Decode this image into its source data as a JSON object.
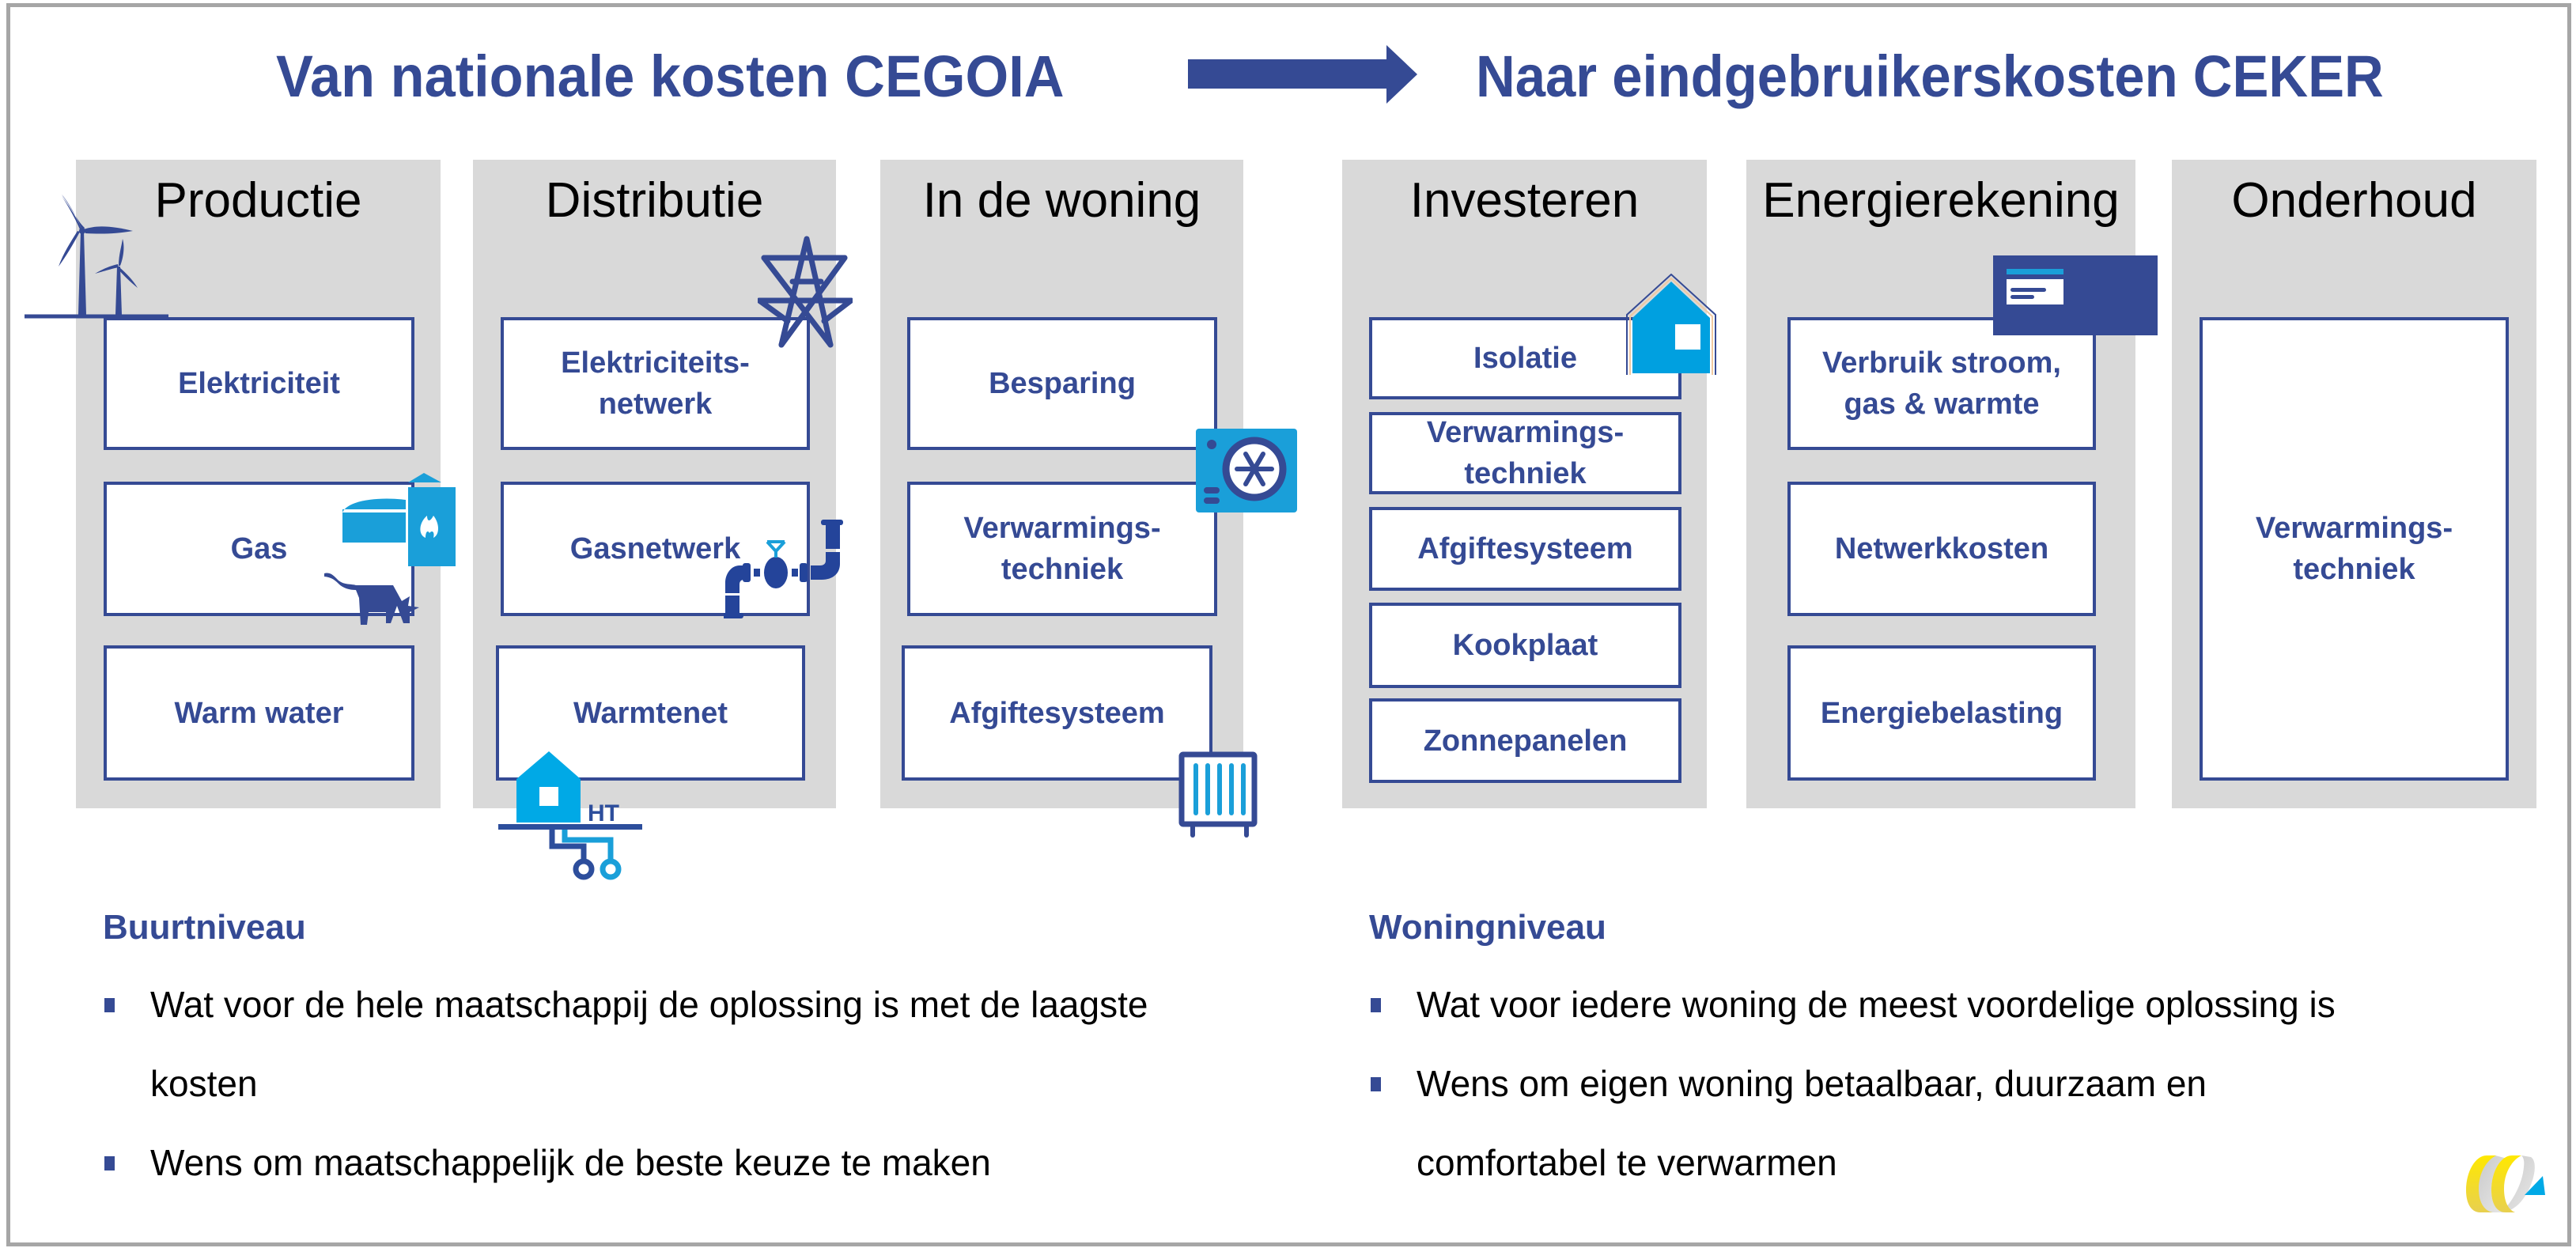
{
  "header": {
    "left_title": "Van nationale kosten CEGOIA",
    "right_title": "Naar eindgebruikerskosten CEKER",
    "arrow_icon": "right-arrow-icon"
  },
  "colors": {
    "primary_blue": "#354a94",
    "accent_blue": "#1a9fd9",
    "column_grey": "#d9d9d9",
    "frame_grey": "#a6a6a6",
    "logo_yellow": "#f5d800"
  },
  "columns": [
    {
      "title": "Productie",
      "icons": [
        "wind-turbine-icon",
        "biogas-cow-icon"
      ],
      "items": [
        "Elektriciteit",
        "Gas",
        "Warm water"
      ]
    },
    {
      "title": "Distributie",
      "icons": [
        "power-pylon-icon",
        "gas-pipe-valve-icon",
        "heat-network-house-icon"
      ],
      "items": [
        "Elektriciteits-\nnetwerk",
        "Gasnetwerk",
        "Warmtenet"
      ],
      "heat_network_label": "HT"
    },
    {
      "title": "In de woning",
      "icons": [
        "heat-pump-icon",
        "radiator-icon"
      ],
      "items": [
        "Besparing",
        "Verwarmings-\ntechniek",
        "Afgiftesysteem"
      ]
    },
    {
      "title": "Investeren",
      "icons": [
        "insulated-house-icon"
      ],
      "items": [
        "Isolatie",
        "Verwarmings-\ntechniek",
        "Afgiftesysteem",
        "Kookplaat",
        "Zonnepanelen"
      ]
    },
    {
      "title": "Energierekening",
      "icons": [
        "energy-bill-icon"
      ],
      "items": [
        "Verbruik stroom,\ngas & warmte",
        "Netwerkkosten",
        "Energiebelasting"
      ]
    },
    {
      "title": "Onderhoud",
      "icons": [],
      "items": [
        "Verwarmings-\ntechniek"
      ]
    }
  ],
  "left_section": {
    "title": "Buurtniveau",
    "bullets": [
      "Wat voor de hele maatschappij de oplossing is met de laagste kosten",
      "Wens om maatschappelijk de beste keuze te maken"
    ]
  },
  "right_section": {
    "title": "Woningniveau",
    "bullets": [
      "Wat voor iedere woning de meest voordelige oplossing is",
      "Wens om eigen woning betaalbaar, duurzaam en comfortabel te verwarmen"
    ]
  },
  "logo": {
    "icon": "company-logo-icon"
  }
}
